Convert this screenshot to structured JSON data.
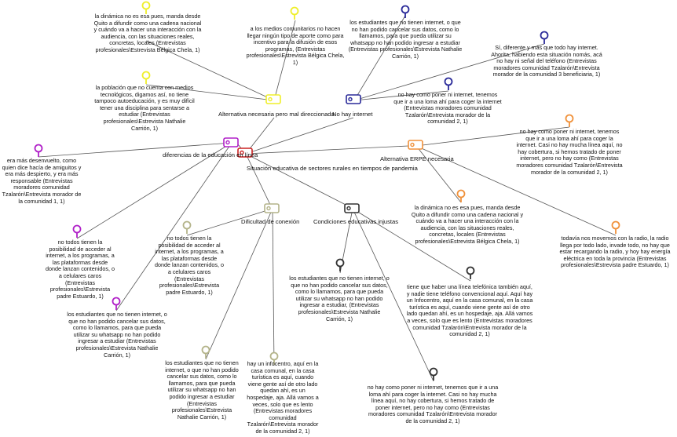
{
  "colors": {
    "yellow": "#efef2a",
    "navy": "#2a2a99",
    "red": "#cc2222",
    "orange": "#f0913a",
    "magenta": "#b020c8",
    "olive": "#b4b48a",
    "dark": "#333333"
  },
  "nodes": {
    "root": "Situación educativa de sectores rurales en tiempos de pandemia",
    "alt_mal": "Alternativa necesaria pero mal direccionada",
    "no_internet": "No hay internet",
    "alt_erpe": "Alternativa ERPE necesaria",
    "diferencias": "diferencias de la educación en línea",
    "dificultad": "Dificultad de conexión",
    "condiciones": "Condiciones educativas injustas"
  },
  "quotes": {
    "y1": "la dinámica no es esa pues, manda desde Quito a difundir como una cadena nacional y cuándo va a hacer una interacción con la audiencia, con las situaciones reales, concretas, locales (Entrevistas profesionales\\Estrevista Bélgica Chela, 1)",
    "y2": "a los medios comunitarios no hacen llegar ningún tipo de aporte como para incentivo para la difusión de esos programas, (Entrevistas profesionales\\Estrevista Bélgica Chela, 1)",
    "y3": "la población que no cuenta con medios tecnológicos, digamos así, no tiene tampoco autoeducación, y es muy difícil tener una disciplina para sentarse a estudiar (Entrevistas profesionales\\Estrevista Nathalie Carrión, 1)",
    "n1": "los estudiantes que no tienen internet, o que no han podido cancelar sus datos, como lo llamamos, para que pueda utilizar su whatsapp no han podido ingresar a estudiar (Entrevistas profesionales\\Estrevista Nathalie Carrión, 1)",
    "n2": "Sí, diferente y más que todo hay internet. Ahorita, habiendo esta situación nomás, acá no hay ni señal del teléfono (Entrevistas moradores comunidad Tzalarón\\Entrevista morador de la comunidad 3 beneficiaria, 1)",
    "n3": "no hay como poner ni internet, tenemos que ir a una loma ahí para coger la internet (Entrevistas moradores comunidad Tzalarón\\Entrevista morador de la comunidad 2, 1)",
    "o1": "no hay como poner ni internet, tenemos que ir a una loma ahí para coger la internet. Casi no hay mucha línea aquí, no hay cobertura, si hemos tratado de poner internet, pero no hay como (Entrevistas moradores comunidad Tzalarón\\Entrevista morador de la comunidad 2, 1)",
    "o2": "la dinámica no es esa pues, manda desde Quito a difundir como una cadena nacional y cuándo va a hacer una interacción con la audiencia, con las situaciones reales, concretas, locales (Entrevistas profesionales\\Estrevista Bélgica Chela, 1)",
    "o3": "todavía nos movemos con la radio, la radio llega por todo lado, invade todo, no hay que estar recargando la radio, y hoy hay energía eléctrica en toda la provincia (Entrevistas profesionales\\Estrevista padre Estuardo, 1)",
    "m1": "era más desenvuelto, como quien dice hacía de amiguitos y era más despierto, y era más responsable (Entrevistas moradores comunidad Tzalarón\\Entrevista morador de la comunidad 1, 1)",
    "m2": "no todos tienen la posibilidad de acceder al internet, a los programas, a las plataformas desde donde lanzan contenidos, o a celulares caros (Entrevistas profesionales\\Estrevista padre Estuardo, 1)",
    "m3": "los estudiantes que no tienen internet, o que no han podido cancelar sus datos, como lo llamamos, para que pueda utilizar su whatsapp no han podido ingresar a estudiar (Entrevistas profesionales\\Estrevista Nathalie Carrión, 1)",
    "g1": "no todos tienen la posibilidad de acceder al internet, a los programas, a las plataformas desde donde lanzan contenidos, o a celulares caros (Entrevistas profesionales\\Estrevista padre Estuardo, 1)",
    "g2": "los estudiantes que no tienen internet, o que no han podido cancelar sus datos, como lo llamamos, para que pueda utilizar su whatsapp no han podido ingresar a estudiar (Entrevistas profesionales\\Estrevista Nathalie Carrión, 1)",
    "g3": "hay un infocentro, aquí en la casa comunal, en la casa turística es aquí, cuando viene gente así de otro lado quedan ahí, es un hospedaje, aja. Allá vamos a veces, solo que es lento (Entrevistas moradores comunidad Tzalarón\\Entrevista morador de la comunidad 2, 1)",
    "d1": "los estudiantes que no tienen internet, o que no han podido cancelar sus datos, como lo llamamos, para que pueda utilizar su whatsapp no han podido ingresar a estudiar, (Entrevistas profesionales\\Estrevista Nathalie Carrión, 1)",
    "d2": "tiene que haber una línea telefónica también aquí, y nadie tiene teléfono convencional aquí. Aquí hay un Infocentro, aquí en la casa comunal, en la casa turística es aquí, cuando viene gente así de otro lado quedan ahí, es un hospedaje, aja. Allá vamos a veces, solo que es lento (Entrevistas moradores comunidad Tzalarón\\Entrevista morador de la comunidad 2, 1)",
    "d3": "no hay como poner ni internet, tenemos que ir a una loma ahí para coger la internet. Casi no hay mucha línea aquí, no hay cobertura, si hemos tratado de poner internet, pero no hay como (Entrevistas moradores comunidad Tzalarón\\Entrevista morador de la comunidad 2, 1)"
  }
}
